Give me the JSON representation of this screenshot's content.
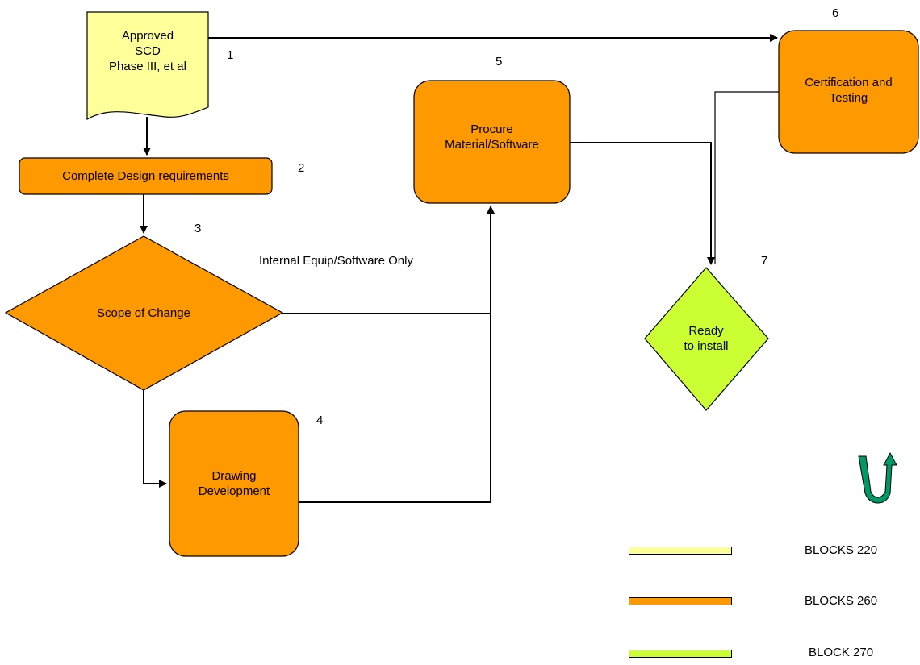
{
  "colors": {
    "yellow": "#ffff99",
    "orange": "#ff9900",
    "green": "#ccff33",
    "teal": "#009966",
    "line": "#000000"
  },
  "nodes": {
    "approved_scd": {
      "label": "Approved\nSCD\nPhase III, et al",
      "number": "1",
      "shape": "document"
    },
    "complete_design": {
      "label": "Complete Design requirements",
      "number": "2",
      "shape": "rounded-rectangle"
    },
    "scope_of_change": {
      "label": "Scope of Change",
      "number": "3",
      "shape": "diamond"
    },
    "drawing_development": {
      "label": "Drawing\nDevelopment",
      "number": "4",
      "shape": "rounded-rectangle"
    },
    "procure": {
      "label": "Procure\nMaterial/Software",
      "number": "5",
      "shape": "rounded-rectangle"
    },
    "certification": {
      "label": "Certification and\nTesting",
      "number": "6",
      "shape": "rounded-rectangle"
    },
    "ready_to_install": {
      "label": "Ready\nto install",
      "number": "7",
      "shape": "diamond"
    }
  },
  "edges": [
    {
      "from": "approved_scd",
      "to": "certification"
    },
    {
      "from": "approved_scd",
      "to": "complete_design"
    },
    {
      "from": "complete_design",
      "to": "scope_of_change"
    },
    {
      "from": "scope_of_change",
      "to": "procure",
      "label": "Internal Equip/Software Only"
    },
    {
      "from": "scope_of_change",
      "to": "drawing_development"
    },
    {
      "from": "drawing_development",
      "to": "procure"
    },
    {
      "from": "procure",
      "to": "ready_to_install"
    },
    {
      "from": "certification",
      "to": "ready_to_install"
    }
  ],
  "edge_label": "Internal Equip/Software Only",
  "icon": "u-turn-arrow-icon",
  "legend": [
    {
      "label": "BLOCKS 220",
      "color": "#ffff99"
    },
    {
      "label": "BLOCKS 260",
      "color": "#ff9900"
    },
    {
      "label": "BLOCK 270",
      "color": "#ccff33"
    }
  ]
}
